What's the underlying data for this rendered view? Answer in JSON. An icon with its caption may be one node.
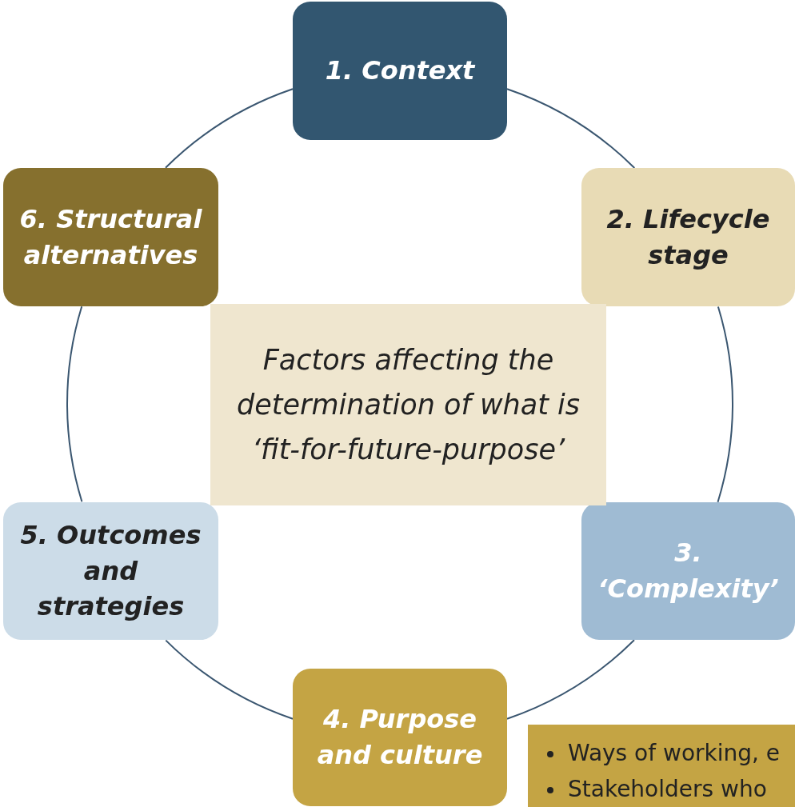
{
  "diagram": {
    "nodes": [
      {
        "text": [
          "1.  Context"
        ]
      },
      {
        "text": [
          "2. Lifecycle stage"
        ]
      },
      {
        "text": [
          "3. ‘Complexity’"
        ]
      },
      {
        "text": [
          "4. Purpose and culture"
        ]
      },
      {
        "text": [
          "5. Outcomes and strategies"
        ]
      },
      {
        "text": [
          "6. Structural alternatives"
        ]
      },
      {
        "text": [
          "Factors affecting the determination of what is ‘fit-for-future-purpose’"
        ]
      },
      {
        "text": [
          "Ways of working, e",
          "Stakeholders who"
        ]
      }
    ],
    "edges": [
      {
        "from": 0,
        "to": 1,
        "arrow": "none"
      },
      {
        "from": 1,
        "to": 2,
        "arrow": "none"
      },
      {
        "from": 2,
        "to": 3,
        "arrow": "none"
      },
      {
        "from": 3,
        "to": 4,
        "arrow": "none"
      },
      {
        "from": 4,
        "to": 5,
        "arrow": "none"
      },
      {
        "from": 5,
        "to": 0,
        "arrow": "none"
      }
    ]
  }
}
